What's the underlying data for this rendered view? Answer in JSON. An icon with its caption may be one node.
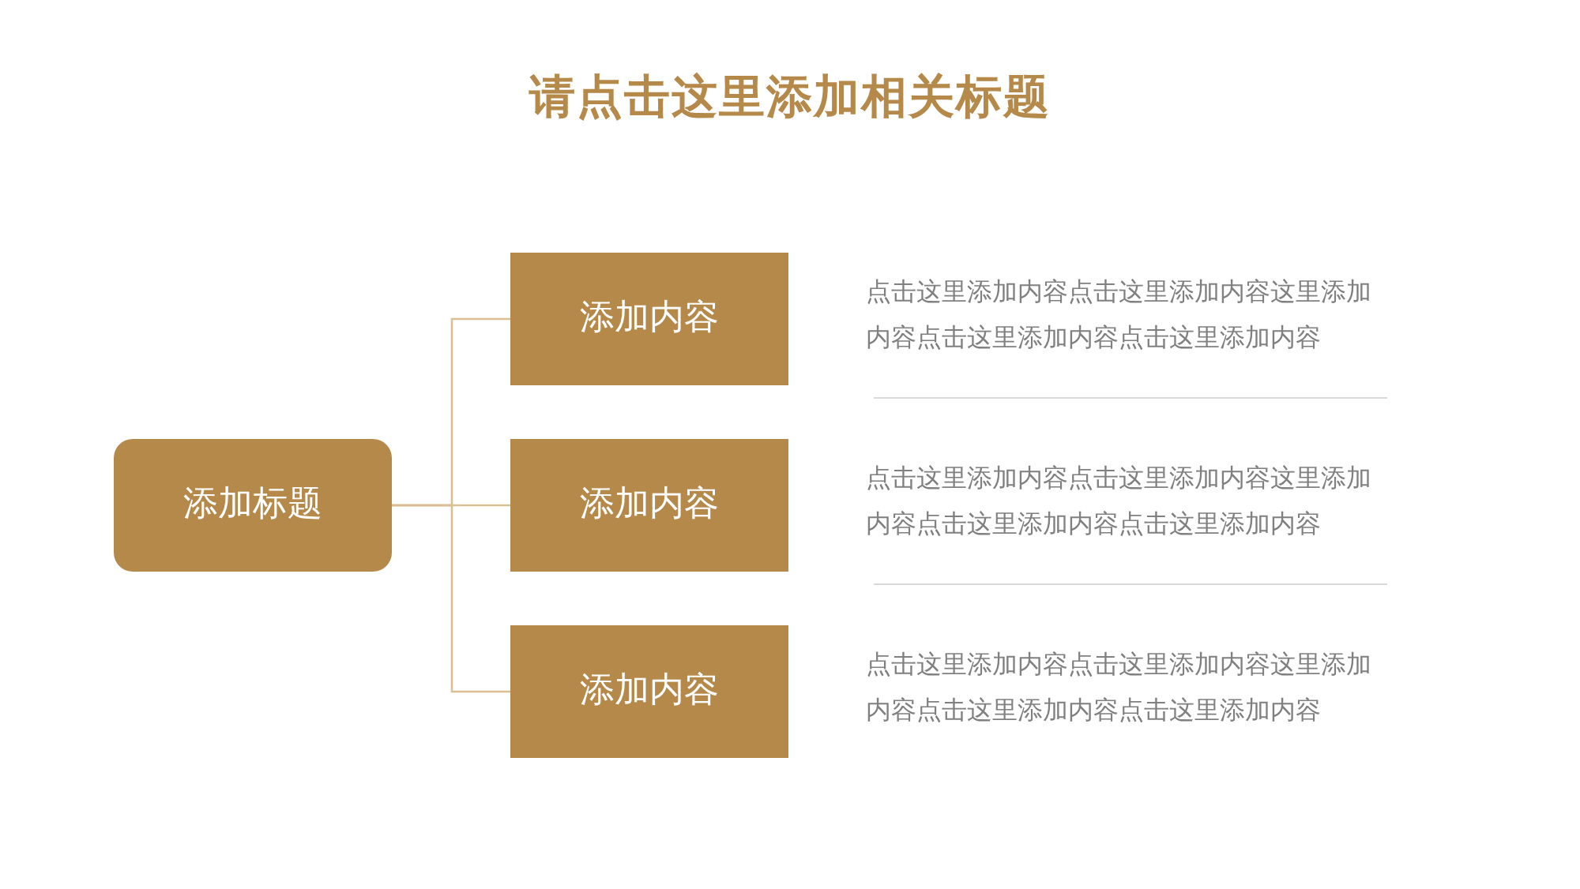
{
  "diagram": {
    "title": "请点击这里添加相关标题",
    "nodes": [
      {
        "text": [
          "添加标题"
        ]
      },
      {
        "text": [
          "添加内容"
        ],
        "beside": [
          "点击这里添加内容点击这里添加内容这里添加内容点击这里添加内容点击这里添加内容"
        ]
      },
      {
        "text": [
          "添加内容"
        ],
        "beside": [
          "点击这里添加内容点击这里添加内容这里添加内容点击这里添加内容点击这里添加内容"
        ]
      },
      {
        "text": [
          "添加内容"
        ],
        "beside": [
          "点击这里添加内容点击这里添加内容这里添加内容点击这里添加内容点击这里添加内容"
        ]
      }
    ],
    "edges": [
      {
        "from": 0,
        "to": 1,
        "arrow": "none"
      },
      {
        "from": 0,
        "to": 2,
        "arrow": "none"
      },
      {
        "from": 0,
        "to": 3,
        "arrow": "none"
      }
    ]
  }
}
